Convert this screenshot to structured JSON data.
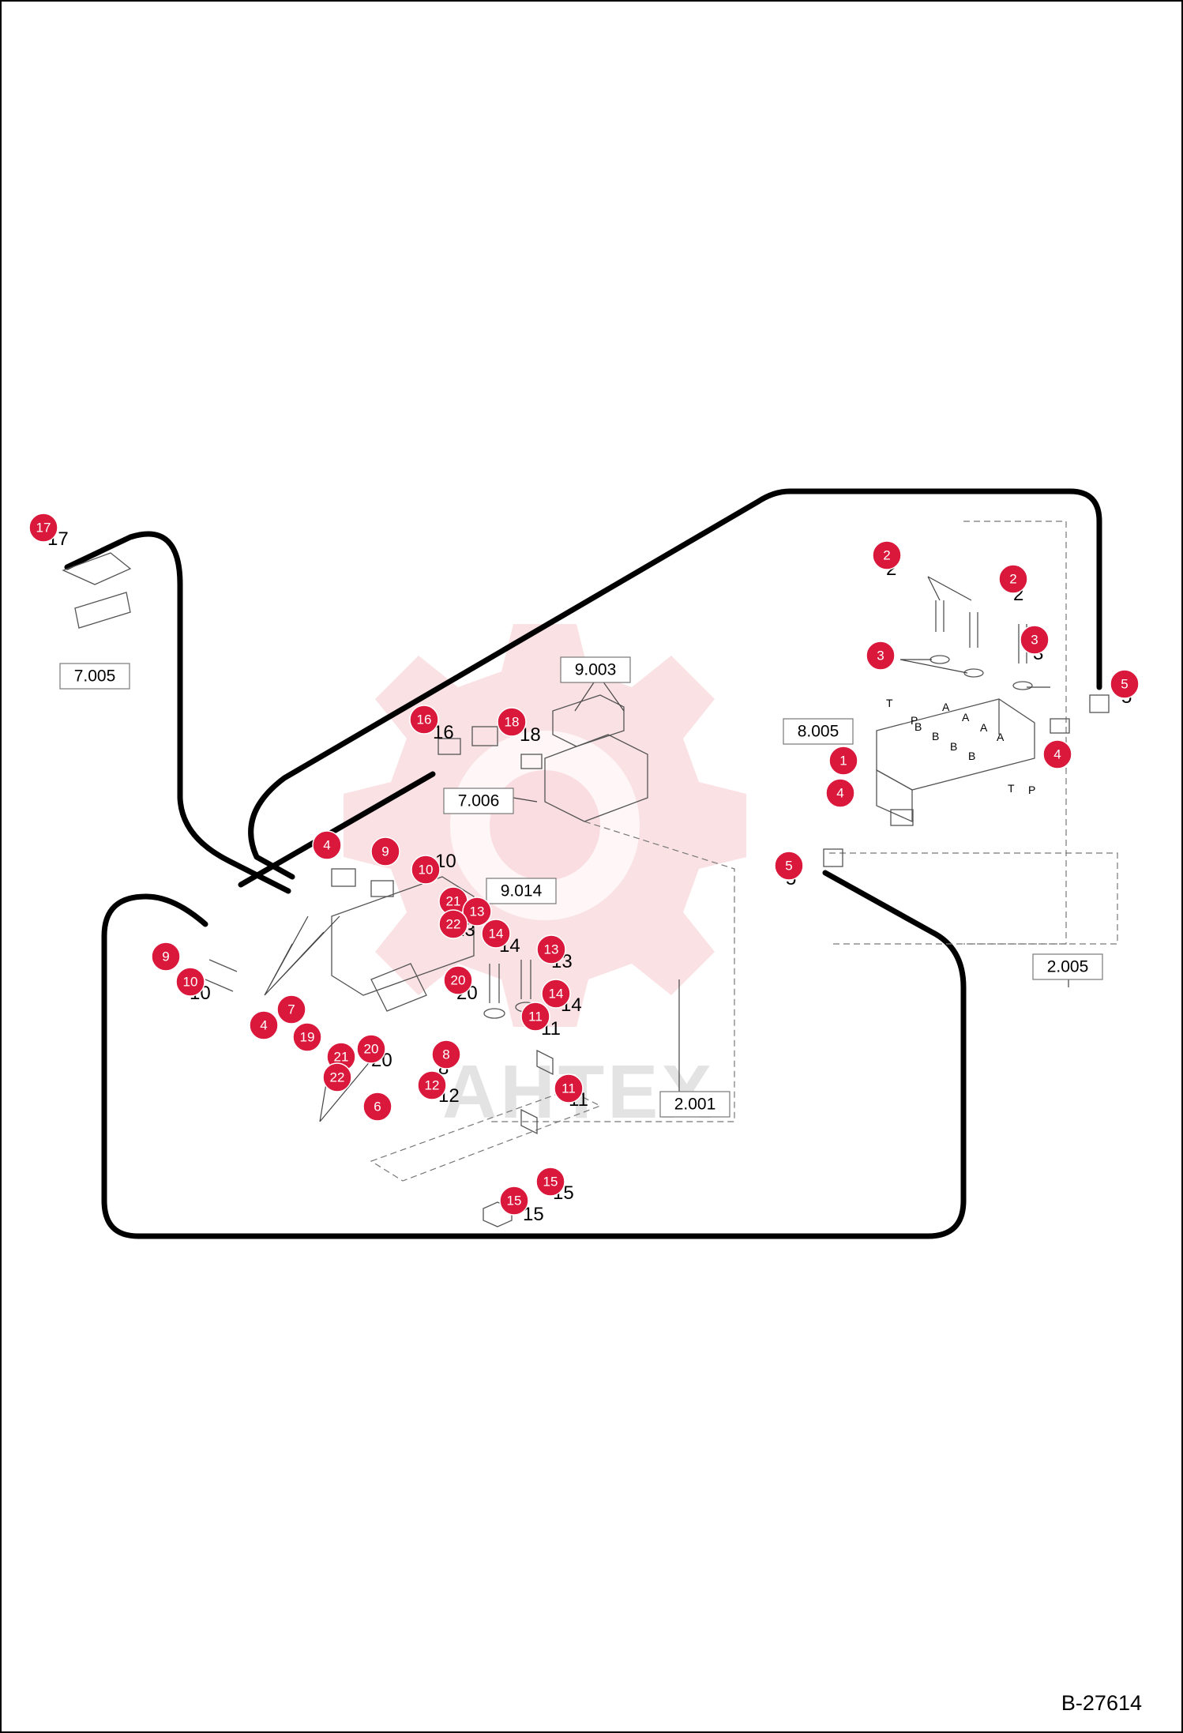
{
  "drawing_number": "B-27614",
  "watermark": "AHTEX",
  "reference_boxes": [
    "7.005",
    "9.003",
    "8.005",
    "7.006",
    "9.014",
    "2.005",
    "2.001"
  ],
  "callouts": [
    "17",
    "2",
    "2",
    "3",
    "3",
    "5",
    "16",
    "18",
    "1",
    "4",
    "4",
    "4",
    "9",
    "10",
    "5",
    "21",
    "13",
    "22",
    "14",
    "13",
    "20",
    "14",
    "11",
    "9",
    "10",
    "7",
    "4",
    "19",
    "21",
    "20",
    "8",
    "22",
    "12",
    "11",
    "6",
    "15",
    "15"
  ],
  "port_letters": [
    "T",
    "P",
    "A",
    "A",
    "A",
    "A",
    "B",
    "B",
    "B",
    "B",
    "T",
    "P"
  ],
  "colors": {
    "callout": "#d9183b",
    "hose": "#000000",
    "watermark": "#f6c9cd"
  }
}
